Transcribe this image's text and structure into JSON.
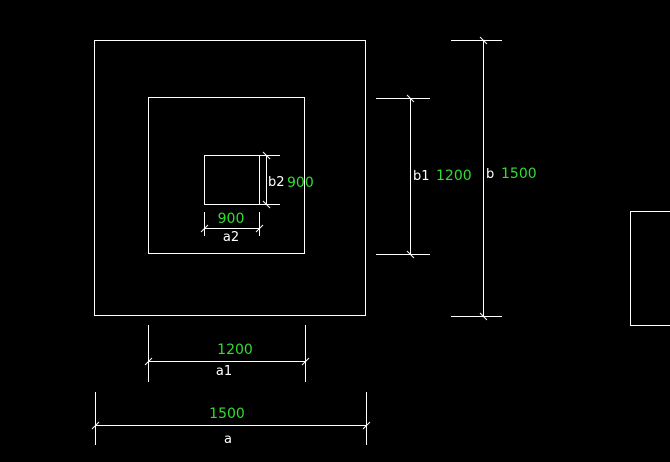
{
  "colors": {
    "background": "#000000",
    "line": "#ffffff",
    "value": "#33dd33"
  },
  "dimensions": {
    "a": {
      "name": "a",
      "value": "1500"
    },
    "a1": {
      "name": "a1",
      "value": "1200"
    },
    "a2": {
      "name": "a2",
      "value": "900"
    },
    "b": {
      "name": "b",
      "value": "1500"
    },
    "b1": {
      "name": "b1",
      "value": "1200"
    },
    "b2": {
      "name": "b2",
      "value": "900"
    }
  }
}
